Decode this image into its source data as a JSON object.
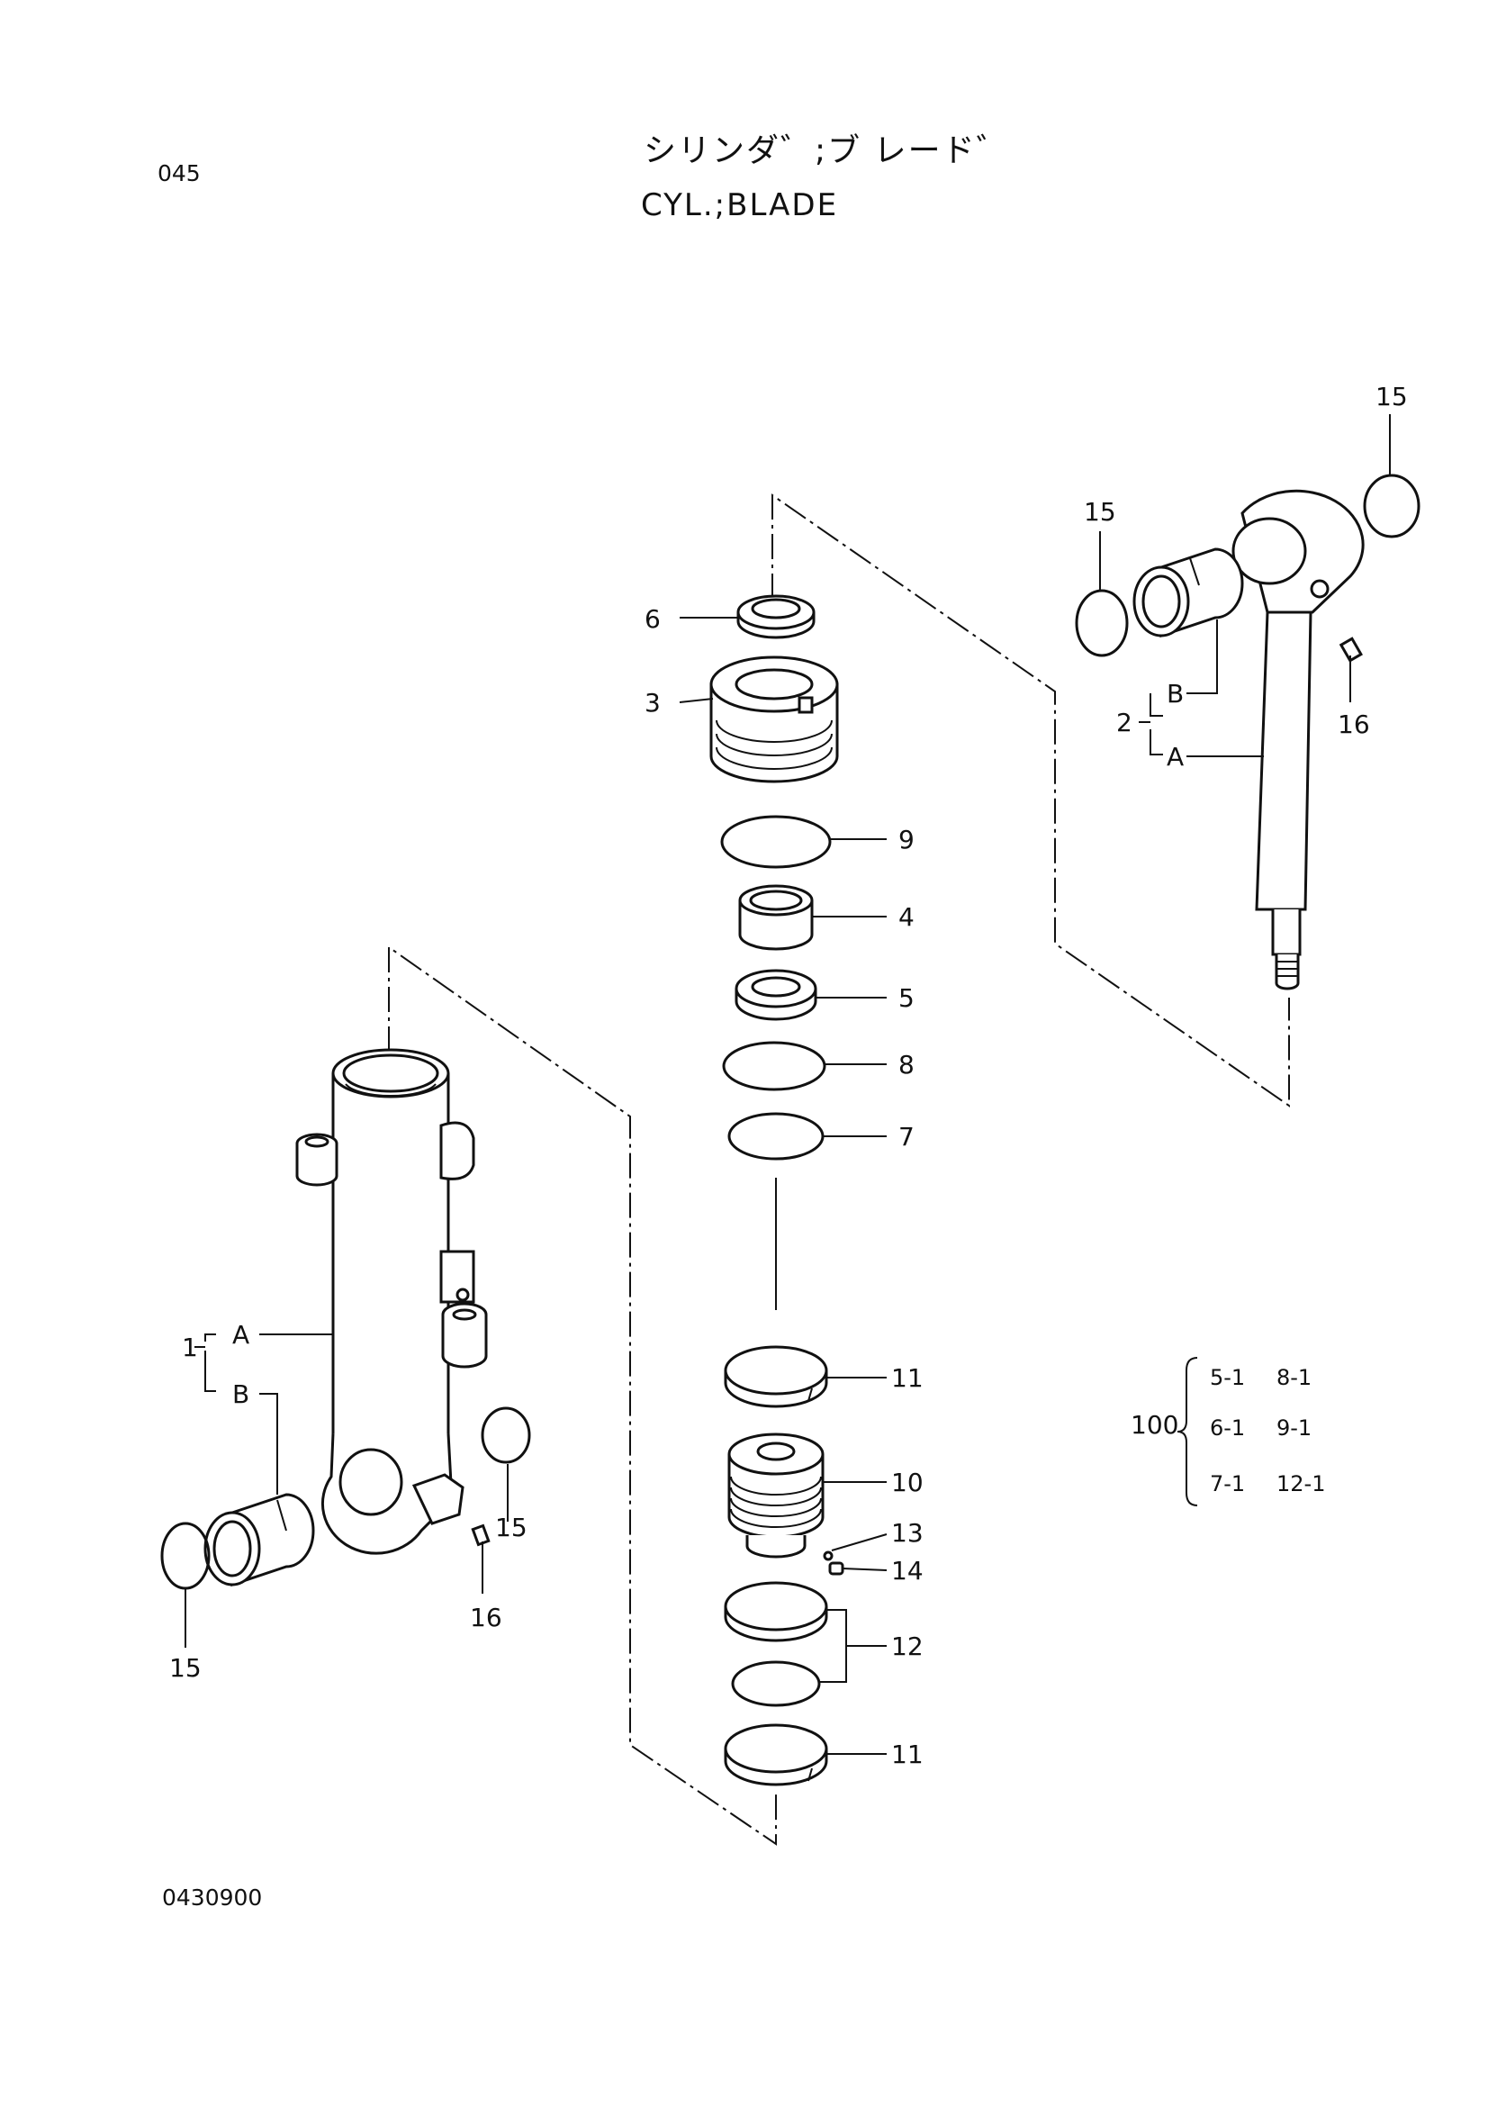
{
  "page": {
    "page_number": "045",
    "title_ja": "シリンダ゛;ブ レード゛",
    "title_en": "CYL.;BLADE",
    "drawing_number": "0430900"
  },
  "callouts": {
    "c1": "1",
    "c1A": "A",
    "c1B": "B",
    "c2": "2",
    "c2A": "A",
    "c2B": "B",
    "c3": "3",
    "c4": "4",
    "c5": "5",
    "c6": "6",
    "c7": "7",
    "c8": "8",
    "c9": "9",
    "c10": "10",
    "c11a": "11",
    "c11b": "11",
    "c12": "12",
    "c13": "13",
    "c14": "14",
    "c15a": "15",
    "c15b": "15",
    "c15c": "15",
    "c15d": "15",
    "c16a": "16",
    "c16b": "16"
  },
  "kit": {
    "number": "100",
    "items": [
      "5-1",
      "8-1",
      "6-1",
      "9-1",
      "7-1",
      "12-1"
    ]
  }
}
